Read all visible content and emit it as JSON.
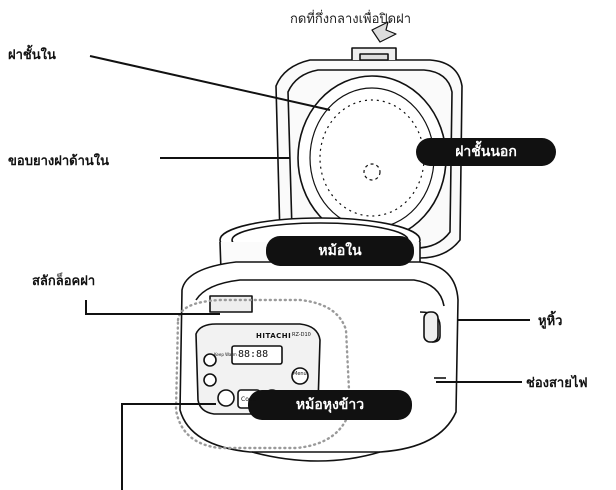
{
  "labels": {
    "press_note": "กดที่กึ่งกลางเพื่อปิดฝา",
    "inner_lid": "ฝาชั้นใน",
    "inner_lid_gasket": "ขอบยางฝาด้านใน",
    "lid_latch": "สลักล็อคฝา",
    "handle": "หูหิ้ว",
    "power_socket": "ช่องสายไฟ"
  },
  "pills": {
    "outer_lid": "ฝาชั้นนอก",
    "inner_pot": "หม้อใน",
    "rice_cooker": "หม้อหุงข้าว"
  },
  "panel": {
    "brand": "HITACHI",
    "model": "RZ-D10",
    "display": "88:88",
    "keep_warm_label": "Keep Warm",
    "cook_button": "Cook",
    "menu_button": "Menu"
  },
  "colors": {
    "ink": "#111111",
    "pill_bg": "#111111",
    "pill_text": "#ffffff",
    "dotted_outline": "#9a9a9a"
  }
}
